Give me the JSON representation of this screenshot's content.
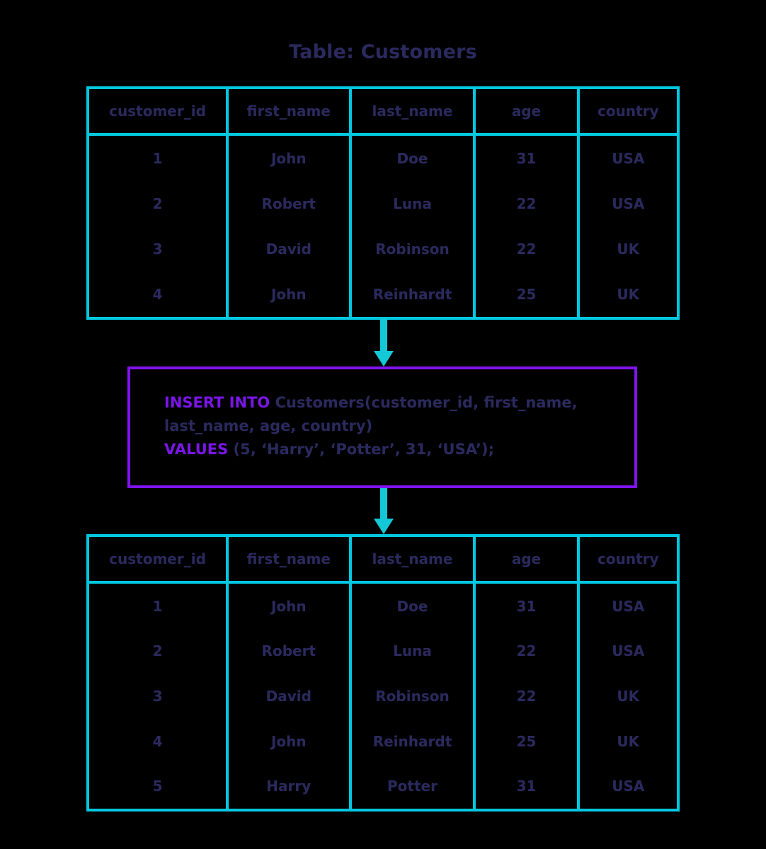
{
  "title": "Table: Customers",
  "colors": {
    "background": "#000000",
    "table_border": "#00c8e0",
    "text_navy": "#2b2a5e",
    "arrow_cyan": "#14c8d8",
    "sql_box_border": "#8013f0",
    "sql_keyword": "#7a16e8"
  },
  "table_before": {
    "name": "Customers",
    "columns": [
      "customer_id",
      "first_name",
      "last_name",
      "age",
      "country"
    ],
    "rows": [
      [
        "1",
        "John",
        "Doe",
        "31",
        "USA"
      ],
      [
        "2",
        "Robert",
        "Luna",
        "22",
        "USA"
      ],
      [
        "3",
        "David",
        "Robinson",
        "22",
        "UK"
      ],
      [
        "4",
        "John",
        "Reinhardt",
        "25",
        "UK"
      ]
    ]
  },
  "sql": {
    "keyword_insert": "INSERT INTO",
    "target": " Customers(customer_id, first_name,",
    "columns_line": "last_name, age, country)",
    "keyword_values": "VALUES",
    "values_line": " (5, ‘Harry’, ‘Potter’, 31, ‘USA’);"
  },
  "table_after": {
    "name": "Customers",
    "columns": [
      "customer_id",
      "first_name",
      "last_name",
      "age",
      "country"
    ],
    "rows": [
      [
        "1",
        "John",
        "Doe",
        "31",
        "USA"
      ],
      [
        "2",
        "Robert",
        "Luna",
        "22",
        "USA"
      ],
      [
        "3",
        "David",
        "Robinson",
        "22",
        "UK"
      ],
      [
        "4",
        "John",
        "Reinhardt",
        "25",
        "UK"
      ],
      [
        "5",
        "Harry",
        "Potter",
        "31",
        "USA"
      ]
    ]
  },
  "arrows": [
    {
      "name": "arrow-table-to-sql",
      "direction": "down"
    },
    {
      "name": "arrow-sql-to-table",
      "direction": "down"
    }
  ]
}
